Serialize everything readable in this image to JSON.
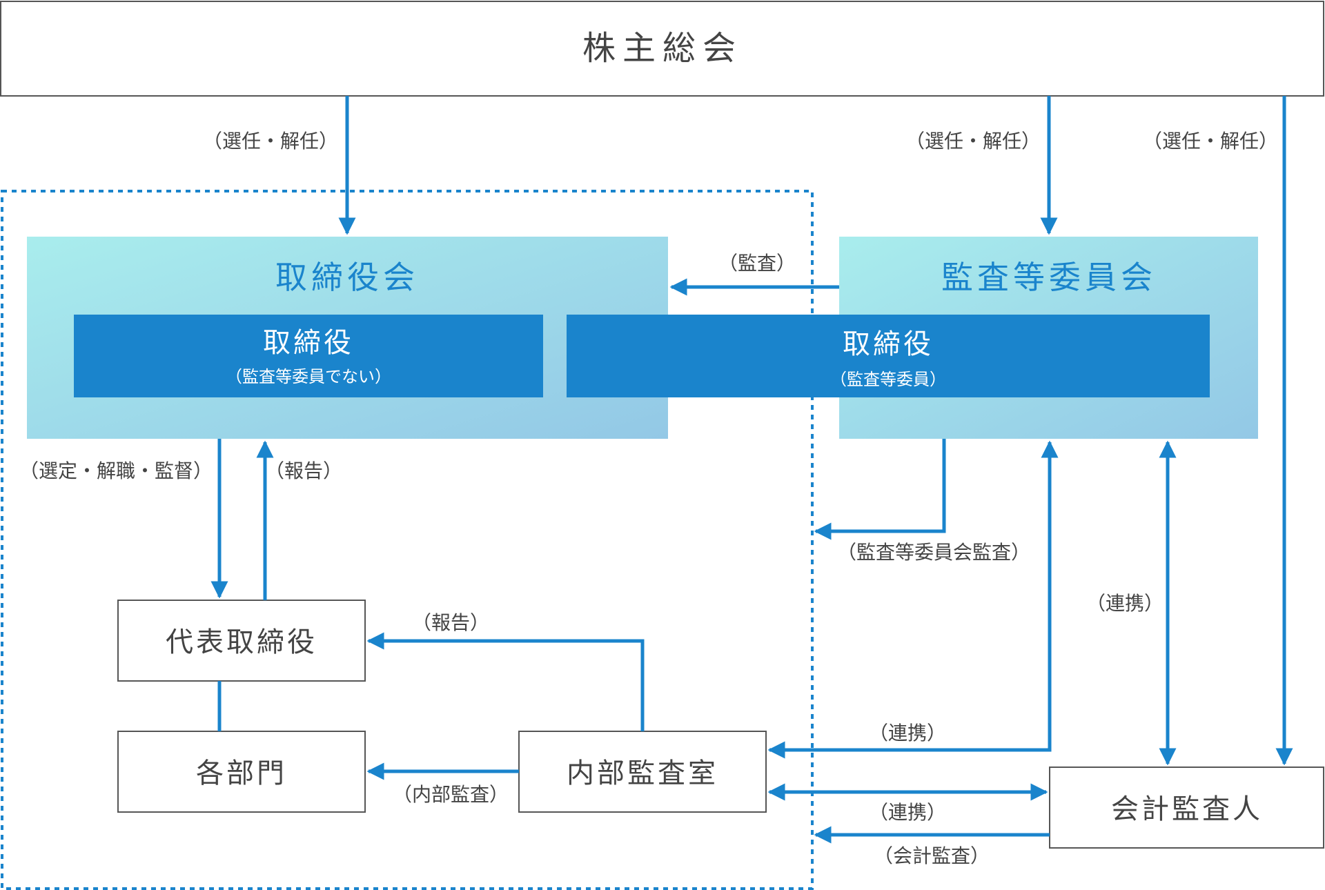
{
  "nodes": {
    "shareholders": "株主総会",
    "board": "取締役会",
    "audit_committee": "監査等委員会",
    "director_non_ac": "取締役",
    "director_non_ac_sub": "（監査等委員でない）",
    "director_ac": "取締役",
    "director_ac_sub": "（監査等委員）",
    "representative": "代表取締役",
    "departments": "各部門",
    "internal_audit": "内部監査室",
    "accounting_auditor": "会計監査人"
  },
  "edges": {
    "elect_board": "（選任・解任）",
    "elect_ac": "（選任・解任）",
    "elect_auditor": "（選任・解任）",
    "audit_ac_to_board": "（監査）",
    "select_rep": "（選定・解職・監督）",
    "report_rep_to_board": "（報告）",
    "ac_audit": "（監査等委員会監査）",
    "coop_ac_auditor": "（連携）",
    "report_ia_to_rep": "（報告）",
    "coop_ac_ia": "（連携）",
    "internal_audit_label": "（内部監査）",
    "coop_ia_auditor": "（連携）",
    "accounting_audit": "（会計監査）"
  },
  "colors": {
    "arrow": "#1a84cc",
    "dark_blue_box": "#1a84cc",
    "title_blue": "#1a84cc",
    "gradient_start": "#a8ecec",
    "gradient_end": "#94c9e6",
    "box_border": "#555555",
    "text_gray": "#444444"
  }
}
